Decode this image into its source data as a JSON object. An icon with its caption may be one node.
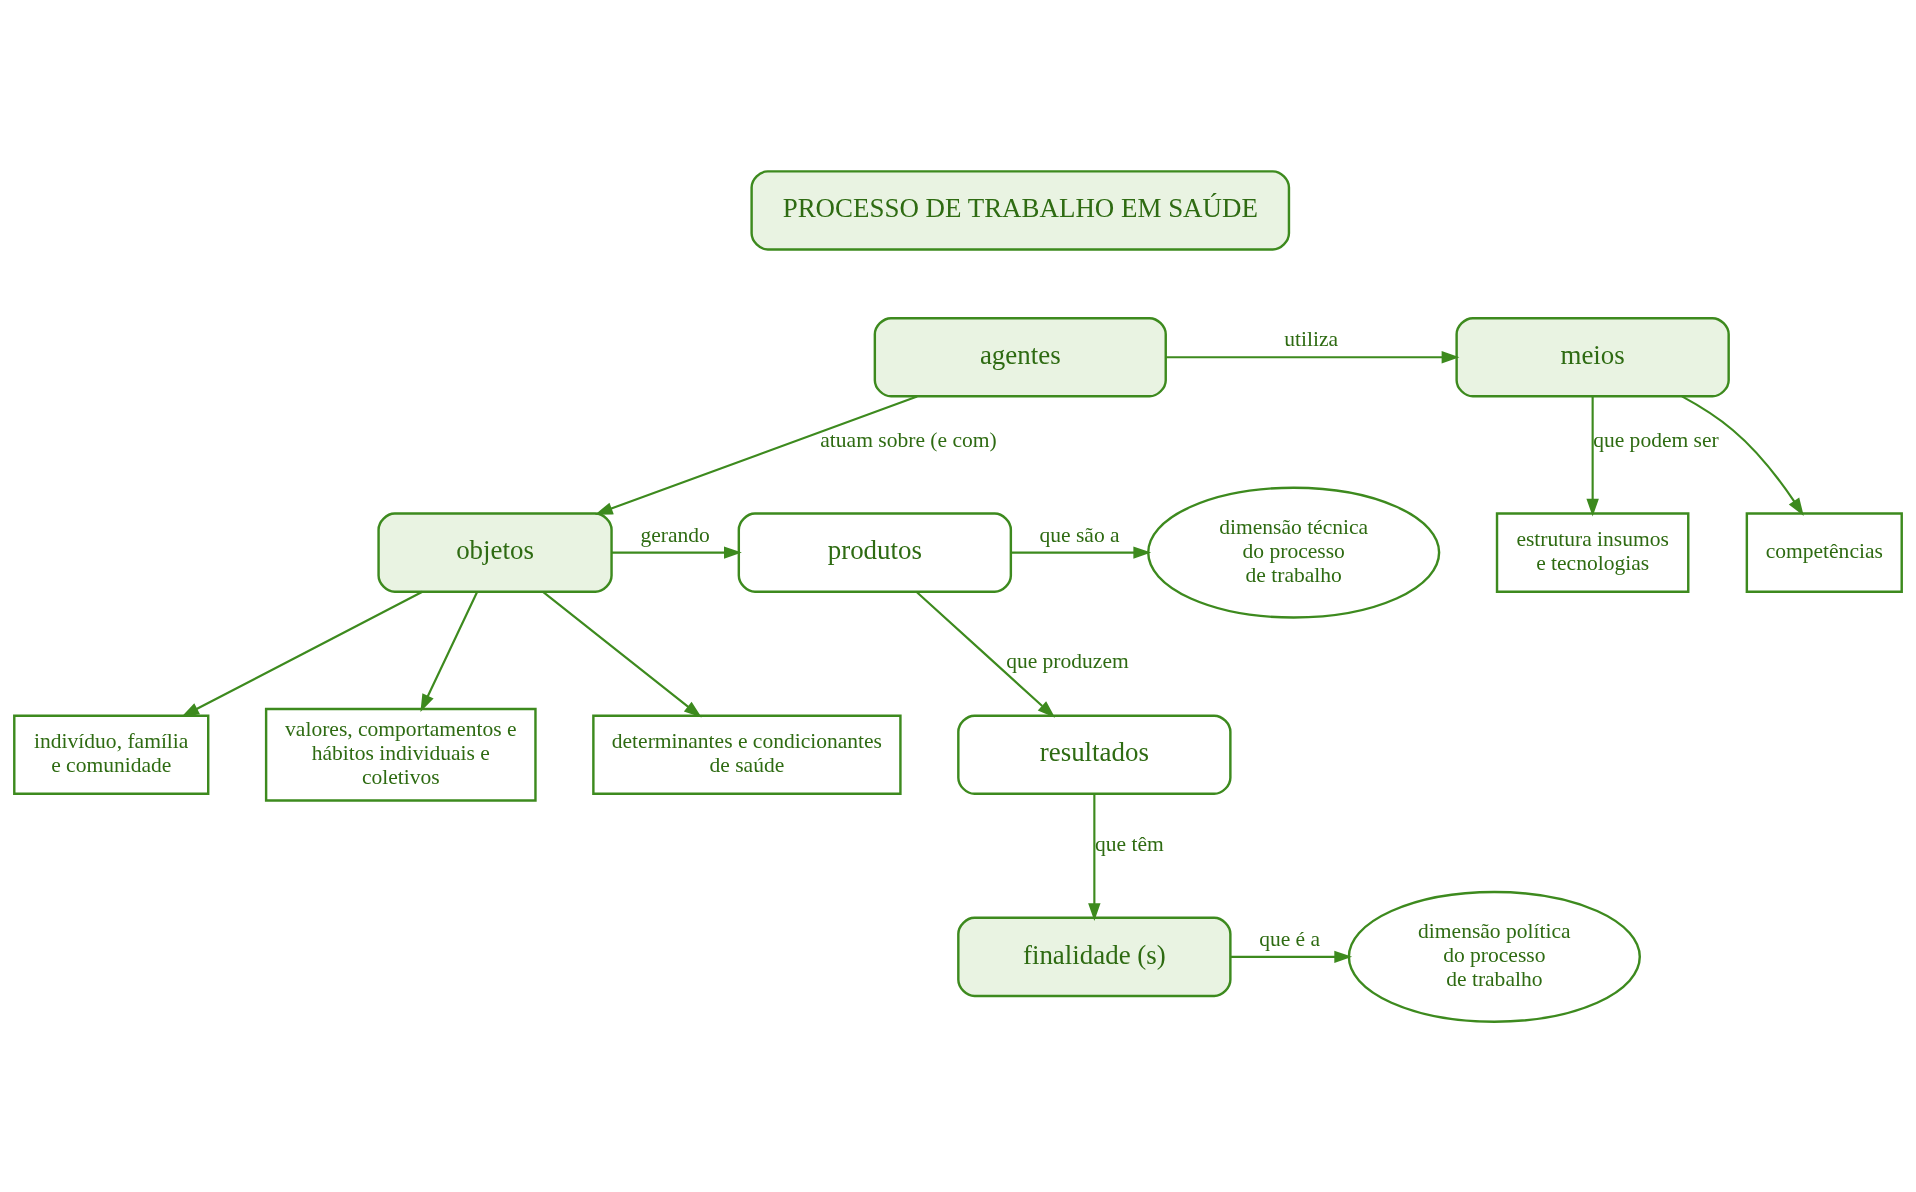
{
  "diagram": {
    "nodes": [
      {
        "text": [
          "PROCESSO DE TRABALHO EM SAÚDE"
        ]
      },
      {
        "text": [
          "agentes"
        ]
      },
      {
        "text": [
          "meios"
        ]
      },
      {
        "text": [
          "estrutura insumos e tecnologias"
        ]
      },
      {
        "text": [
          "competências"
        ]
      },
      {
        "text": [
          "objetos"
        ]
      },
      {
        "text": [
          "produtos"
        ]
      },
      {
        "text": [
          "dimensão técnica do processo de trabalho"
        ]
      },
      {
        "text": [
          "indivíduo, família e comunidade"
        ]
      },
      {
        "text": [
          "valores, comportamentos e hábitos individuais e coletivos"
        ]
      },
      {
        "text": [
          "determinantes e condicionantes de saúde"
        ]
      },
      {
        "text": [
          "resultados"
        ]
      },
      {
        "text": [
          "finalidade (s)"
        ]
      },
      {
        "text": [
          "dimensão política do processo de trabalho"
        ]
      }
    ],
    "edges": [
      {
        "from": 1,
        "to": 2,
        "label": "utiliza",
        "arrow": "to"
      },
      {
        "from": 2,
        "to": 3,
        "label": "que podem ser",
        "arrow": "to"
      },
      {
        "from": 2,
        "to": 4,
        "arrow": "to"
      },
      {
        "from": 1,
        "to": 5,
        "label": "atuam sobre (e com)",
        "arrow": "to"
      },
      {
        "from": 5,
        "to": 6,
        "label": "gerando",
        "arrow": "to"
      },
      {
        "from": 6,
        "to": 7,
        "label": "que são a",
        "arrow": "to"
      },
      {
        "from": 5,
        "to": 8,
        "arrow": "to"
      },
      {
        "from": 5,
        "to": 9,
        "arrow": "to"
      },
      {
        "from": 5,
        "to": 10,
        "arrow": "to"
      },
      {
        "from": 6,
        "to": 11,
        "label": "que produzem",
        "arrow": "to"
      },
      {
        "from": 11,
        "to": 12,
        "label": "que têm",
        "arrow": "to"
      },
      {
        "from": 12,
        "to": 13,
        "label": "que é a",
        "arrow": "to"
      }
    ]
  }
}
